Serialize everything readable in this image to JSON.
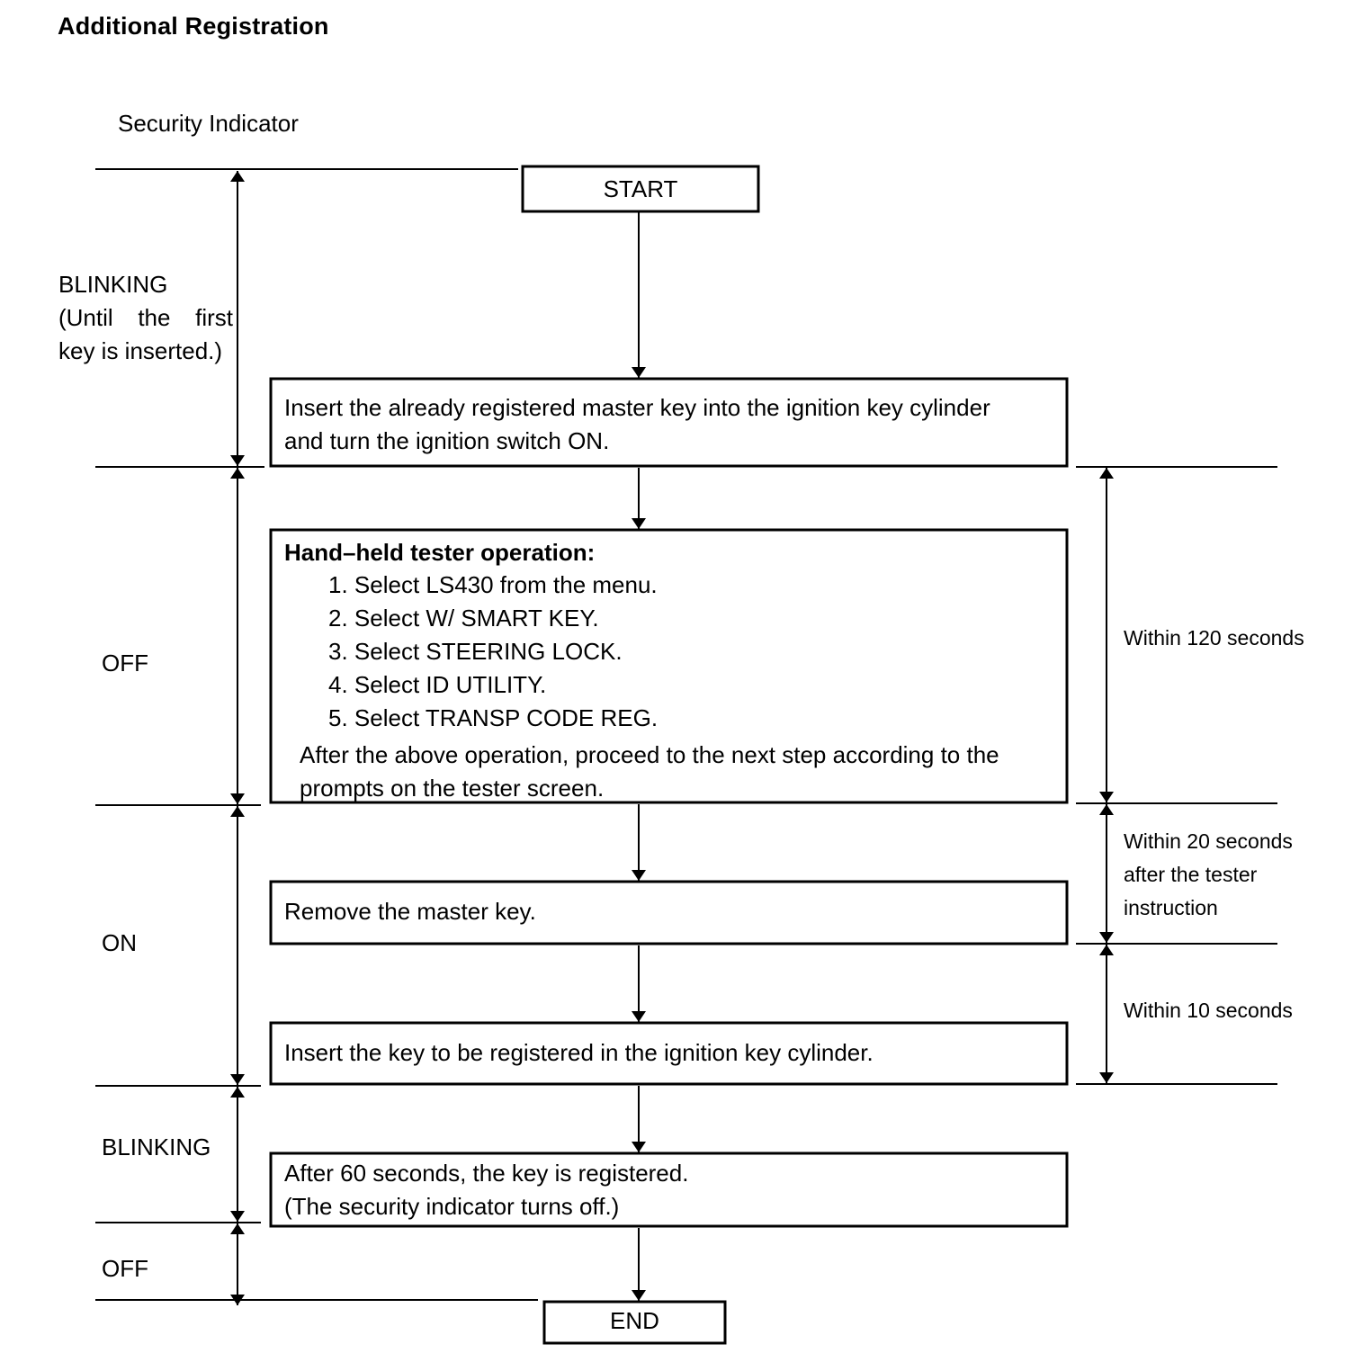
{
  "title": "Additional Registration",
  "indicator_header": "Security Indicator",
  "indicator_states": {
    "blinking_1": [
      "BLINKING",
      "(Until the first",
      "key is inserted.)"
    ],
    "off_1": "OFF",
    "on_1": "ON",
    "blinking_2": "BLINKING",
    "off_2": "OFF"
  },
  "nodes": {
    "start": "START",
    "insert_master": [
      "Insert the already registered master key into the ignition key cylinder",
      "and turn the ignition switch ON."
    ],
    "tester_heading": "Hand–held tester operation:",
    "tester_steps": [
      "1. Select LS430 from the menu.",
      "2. Select W/ SMART KEY.",
      "3. Select STEERING LOCK.",
      "4. Select ID UTILITY.",
      "5. Select TRANSP CODE REG."
    ],
    "tester_after": [
      "After the above operation, proceed to the next step according to the",
      "prompts on the tester screen."
    ],
    "remove_key": "Remove the master key.",
    "insert_new": "Insert the key to be registered in the ignition key cylinder.",
    "registered": [
      "After 60 seconds, the key is registered.",
      "(The security indicator turns off.)"
    ],
    "end": "END"
  },
  "timings": {
    "t120": "Within 120 seconds",
    "t20": [
      "Within 20 seconds",
      "after the tester",
      "instruction"
    ],
    "t10": "Within 10 seconds"
  }
}
